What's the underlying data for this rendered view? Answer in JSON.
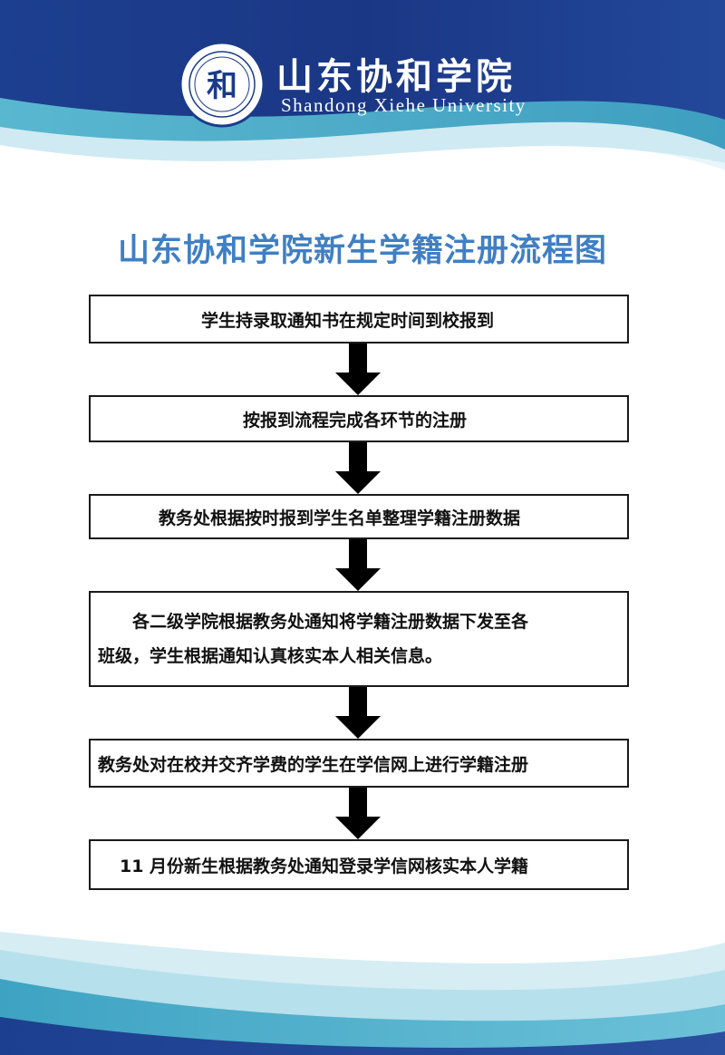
{
  "header": {
    "university_name_cn": "山东协和学院",
    "university_name_en": "Shandong Xiehe University",
    "logo_mark": "和",
    "colors": {
      "navy": "#1b3b8a",
      "teal": "#49a9c6",
      "light_teal": "#a8dbe8"
    }
  },
  "title": "山东协和学院新生学籍注册流程图",
  "steps": [
    {
      "line1": "学生持录取通知书在规定时间到校报到"
    },
    {
      "line1": "按报到流程完成各环节的注册"
    },
    {
      "line1": "教务处根据按时报到学生名单整理学籍注册数据"
    },
    {
      "line1": "各二级学院根据教务处通知将学籍注册数据下发至各",
      "line2": "班级，学生根据通知认真核实本人相关信息。"
    },
    {
      "line1": "教务处对在校并交齐学费的学生在学信网上进行学籍注册"
    },
    {
      "line1": "11 月份新生根据教务处通知登录学信网核实本人学籍"
    }
  ],
  "arrow_icon": "down-arrow-icon",
  "colors": {
    "title": "#3f7fc4",
    "box_border": "#1a1a1a",
    "arrow": "#000000"
  }
}
